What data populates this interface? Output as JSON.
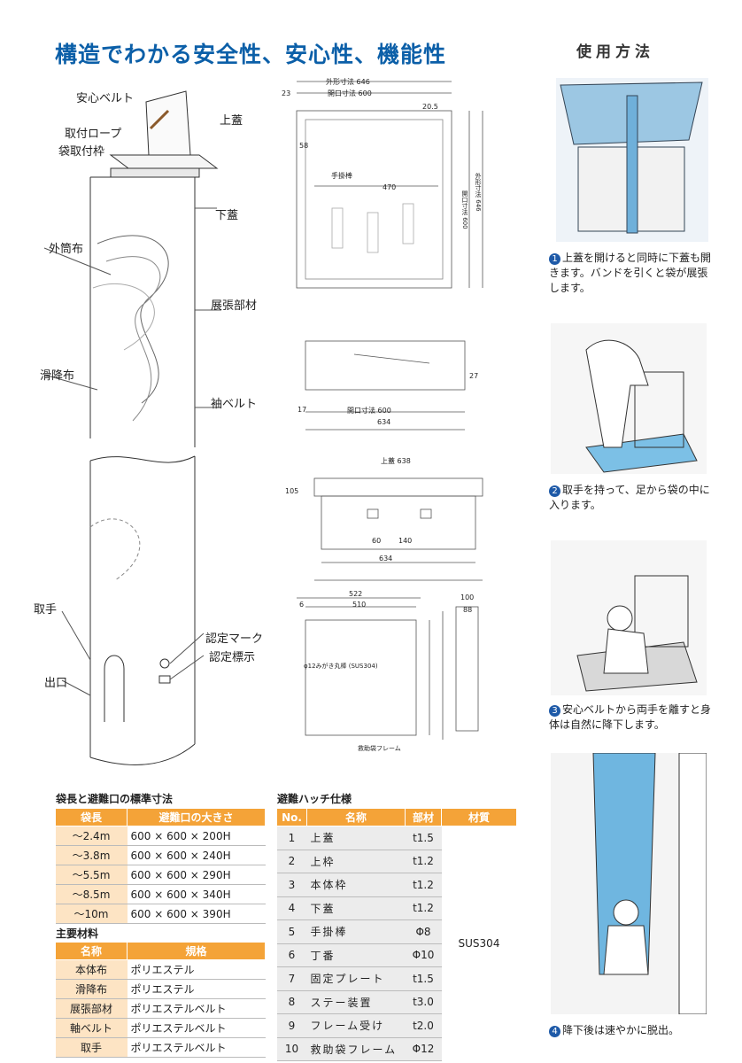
{
  "title": "構造でわかる安全性、安心性、機能性",
  "usage_title": "使用方法",
  "diagram_labels": {
    "safety_belt": "安心ベルト",
    "rope": "取付ロープ",
    "bag_frame": "袋取付枠",
    "top_lid": "上蓋",
    "bottom_lid": "下蓋",
    "outer_cloth": "外筒布",
    "expansion": "展張部材",
    "slide_cloth": "滑降布",
    "axis_belt": "袖ベルト",
    "handle": "取手",
    "cert_mark": "認定マーク",
    "cert_label": "認定標示",
    "exit": "出口"
  },
  "drawing_texts": {
    "outer_dim": "外形寸法 646",
    "opening_dim": "開口寸法 600",
    "handle_rail": "手掛棒",
    "d470": "470",
    "d23": "23",
    "d20_5": "20.5",
    "d58": "58",
    "side_opening": "開口寸法 600",
    "side_outer": "外形寸法 646",
    "sec_opening": "開口寸法 600",
    "d634": "634",
    "d17": "17",
    "d27": "27",
    "top_lid_638": "上蓋 638",
    "d60": "60",
    "d140": "140",
    "d105": "105",
    "d522": "522",
    "d510": "510",
    "d6": "6",
    "rod_label": "φ12みがき丸棒 (SUS304)",
    "frame_caption": "救助袋フレーム",
    "d100": "100",
    "d88": "88"
  },
  "steps": [
    {
      "num": "1",
      "text": "上蓋を開けると同時に下蓋も開きます。バンドを引くと袋が展張します。"
    },
    {
      "num": "2",
      "text": "取手を持って、足から袋の中に入ります。"
    },
    {
      "num": "3",
      "text": "安心ベルトから両手を離すと身体は自然に降下します。"
    },
    {
      "num": "4",
      "text": "降下後は速やかに脱出。"
    }
  ],
  "table_std": {
    "title": "袋長と避難口の標準寸法",
    "headers": [
      "袋長",
      "避難口の大きさ"
    ],
    "rows": [
      [
        "～2.4m",
        "600 × 600 × 200H"
      ],
      [
        "～3.8m",
        "600 × 600 × 240H"
      ],
      [
        "～5.5m",
        "600 × 600 × 290H"
      ],
      [
        "～8.5m",
        "600 × 600 × 340H"
      ],
      [
        "～10m",
        "600 × 600 × 390H"
      ]
    ]
  },
  "table_mat": {
    "title": "主要材料",
    "headers": [
      "名称",
      "規格"
    ],
    "rows": [
      [
        "本体布",
        "ポリエステル"
      ],
      [
        "滑降布",
        "ポリエステル"
      ],
      [
        "展張部材",
        "ポリエステルベルト"
      ],
      [
        "軸ベルト",
        "ポリエステルベルト"
      ],
      [
        "取手",
        "ポリエステルベルト"
      ]
    ]
  },
  "table_hatch": {
    "title": "避難ハッチ仕様",
    "headers": [
      "No.",
      "名称",
      "部材",
      "材質"
    ],
    "material": "SUS304",
    "rows": [
      [
        "1",
        "上蓋",
        "t1.5"
      ],
      [
        "2",
        "上枠",
        "t1.2"
      ],
      [
        "3",
        "本体枠",
        "t1.2"
      ],
      [
        "4",
        "下蓋",
        "t1.2"
      ],
      [
        "5",
        "手掛棒",
        "Φ8"
      ],
      [
        "6",
        "丁番",
        "Φ10"
      ],
      [
        "7",
        "固定プレート",
        "t1.5"
      ],
      [
        "8",
        "ステー装置",
        "t3.0"
      ],
      [
        "9",
        "フレーム受け",
        "t2.0"
      ],
      [
        "10",
        "救助袋フレーム",
        "Φ12"
      ]
    ]
  }
}
